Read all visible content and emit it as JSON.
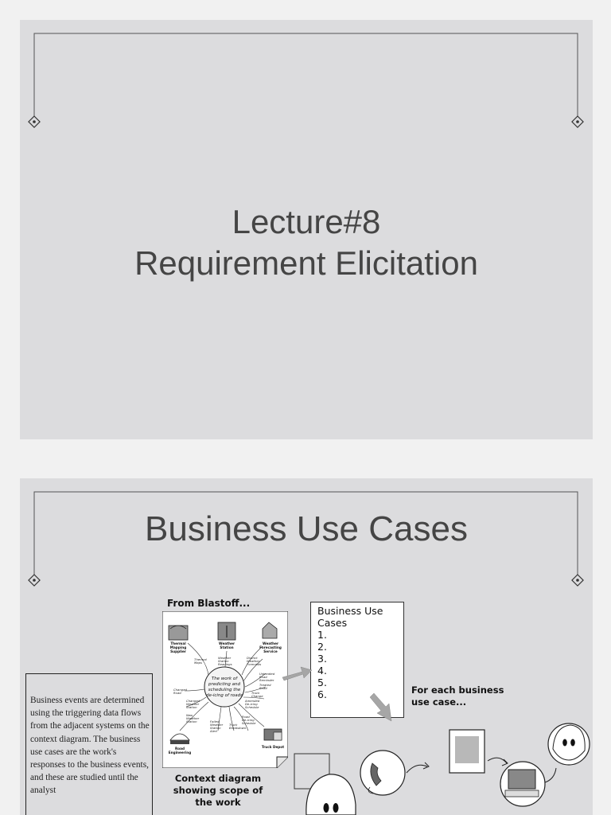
{
  "slide1": {
    "title_line1": "Lecture#8",
    "title_line2": "Requirement Elicitation"
  },
  "slide2": {
    "title": "Business Use Cases",
    "from_label": "From Blastoff...",
    "context_caption": "Context diagram showing scope of the work",
    "each_label": "For each business use case...",
    "buc_card": {
      "title": "Business Use Cases",
      "numbers": [
        "1.",
        "2.",
        "3.",
        "4.",
        "5.",
        "6."
      ]
    },
    "note_text": "Business events are determined using the triggering data flows from the adjacent systems on the context diagram. The business use cases are the work's responses to the business events, and these are studied until the analyst",
    "diagram_labels": {
      "center": "The work of predicting and scheduling the de-icing of roads",
      "thermal": "Thermal Mapping Supplier",
      "weather_station": "Weather Station",
      "forecasting": "Weather Forecasting Service",
      "road_eng": "Road Engineering",
      "truck_depot": "Truck Depot"
    }
  },
  "colors": {
    "slide_bg": "#dcdcde",
    "page_bg": "#f1f1f1",
    "title_text": "#454545",
    "frame_line": "#555555"
  }
}
